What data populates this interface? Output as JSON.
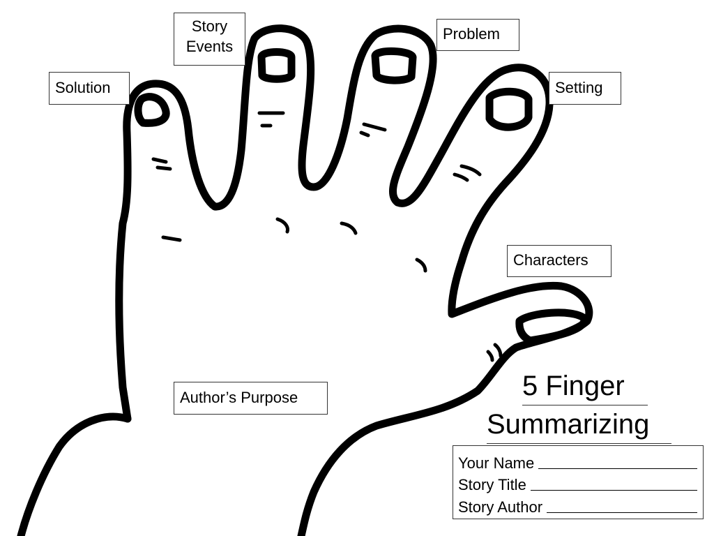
{
  "labels": {
    "solution": "Solution",
    "story_events": "Story Events",
    "problem": "Problem",
    "setting": "Setting",
    "characters": "Characters",
    "authors_purpose": "Author’s Purpose"
  },
  "title": {
    "line1": "5 Finger",
    "line2": "Summarizing"
  },
  "info_fields": [
    {
      "label": "Your Name"
    },
    {
      "label": "Story Title"
    },
    {
      "label": "Story Author"
    }
  ]
}
